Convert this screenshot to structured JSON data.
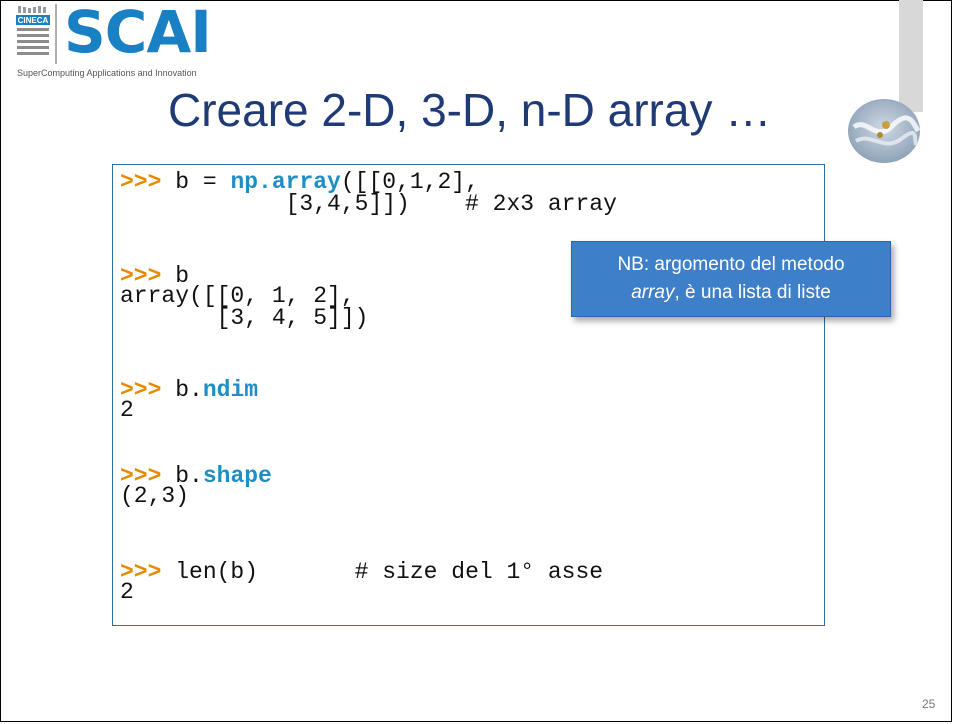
{
  "logo": {
    "cineca": "CINECA",
    "scai": "SCAI",
    "tagline": "SuperComputing Applications and Innovation"
  },
  "slide": {
    "title": "Creare 2-D, 3-D, n-D array …",
    "page_number": "25"
  },
  "code": {
    "prompt": ">>>",
    "l1_a": " b = ",
    "l1_kw": "np.array",
    "l1_b": "([[0,1,2],",
    "l2": "            [3,4,5]])    # 2x3 array",
    "l3_b": " b",
    "l4": "array([[0, 1, 2],",
    "l5": "       [3, 4, 5]])",
    "l6_a": " b.",
    "l6_kw": "ndim",
    "l7": "2",
    "l8_a": " b.",
    "l8_kw": "shape",
    "l9": "(2,3)",
    "l10_b": " len(b)       # size del 1° asse",
    "l11": "2"
  },
  "callout": {
    "line1": "NB: argomento del metodo",
    "line2_em": "array",
    "line2_rest": ", è una lista di liste"
  }
}
